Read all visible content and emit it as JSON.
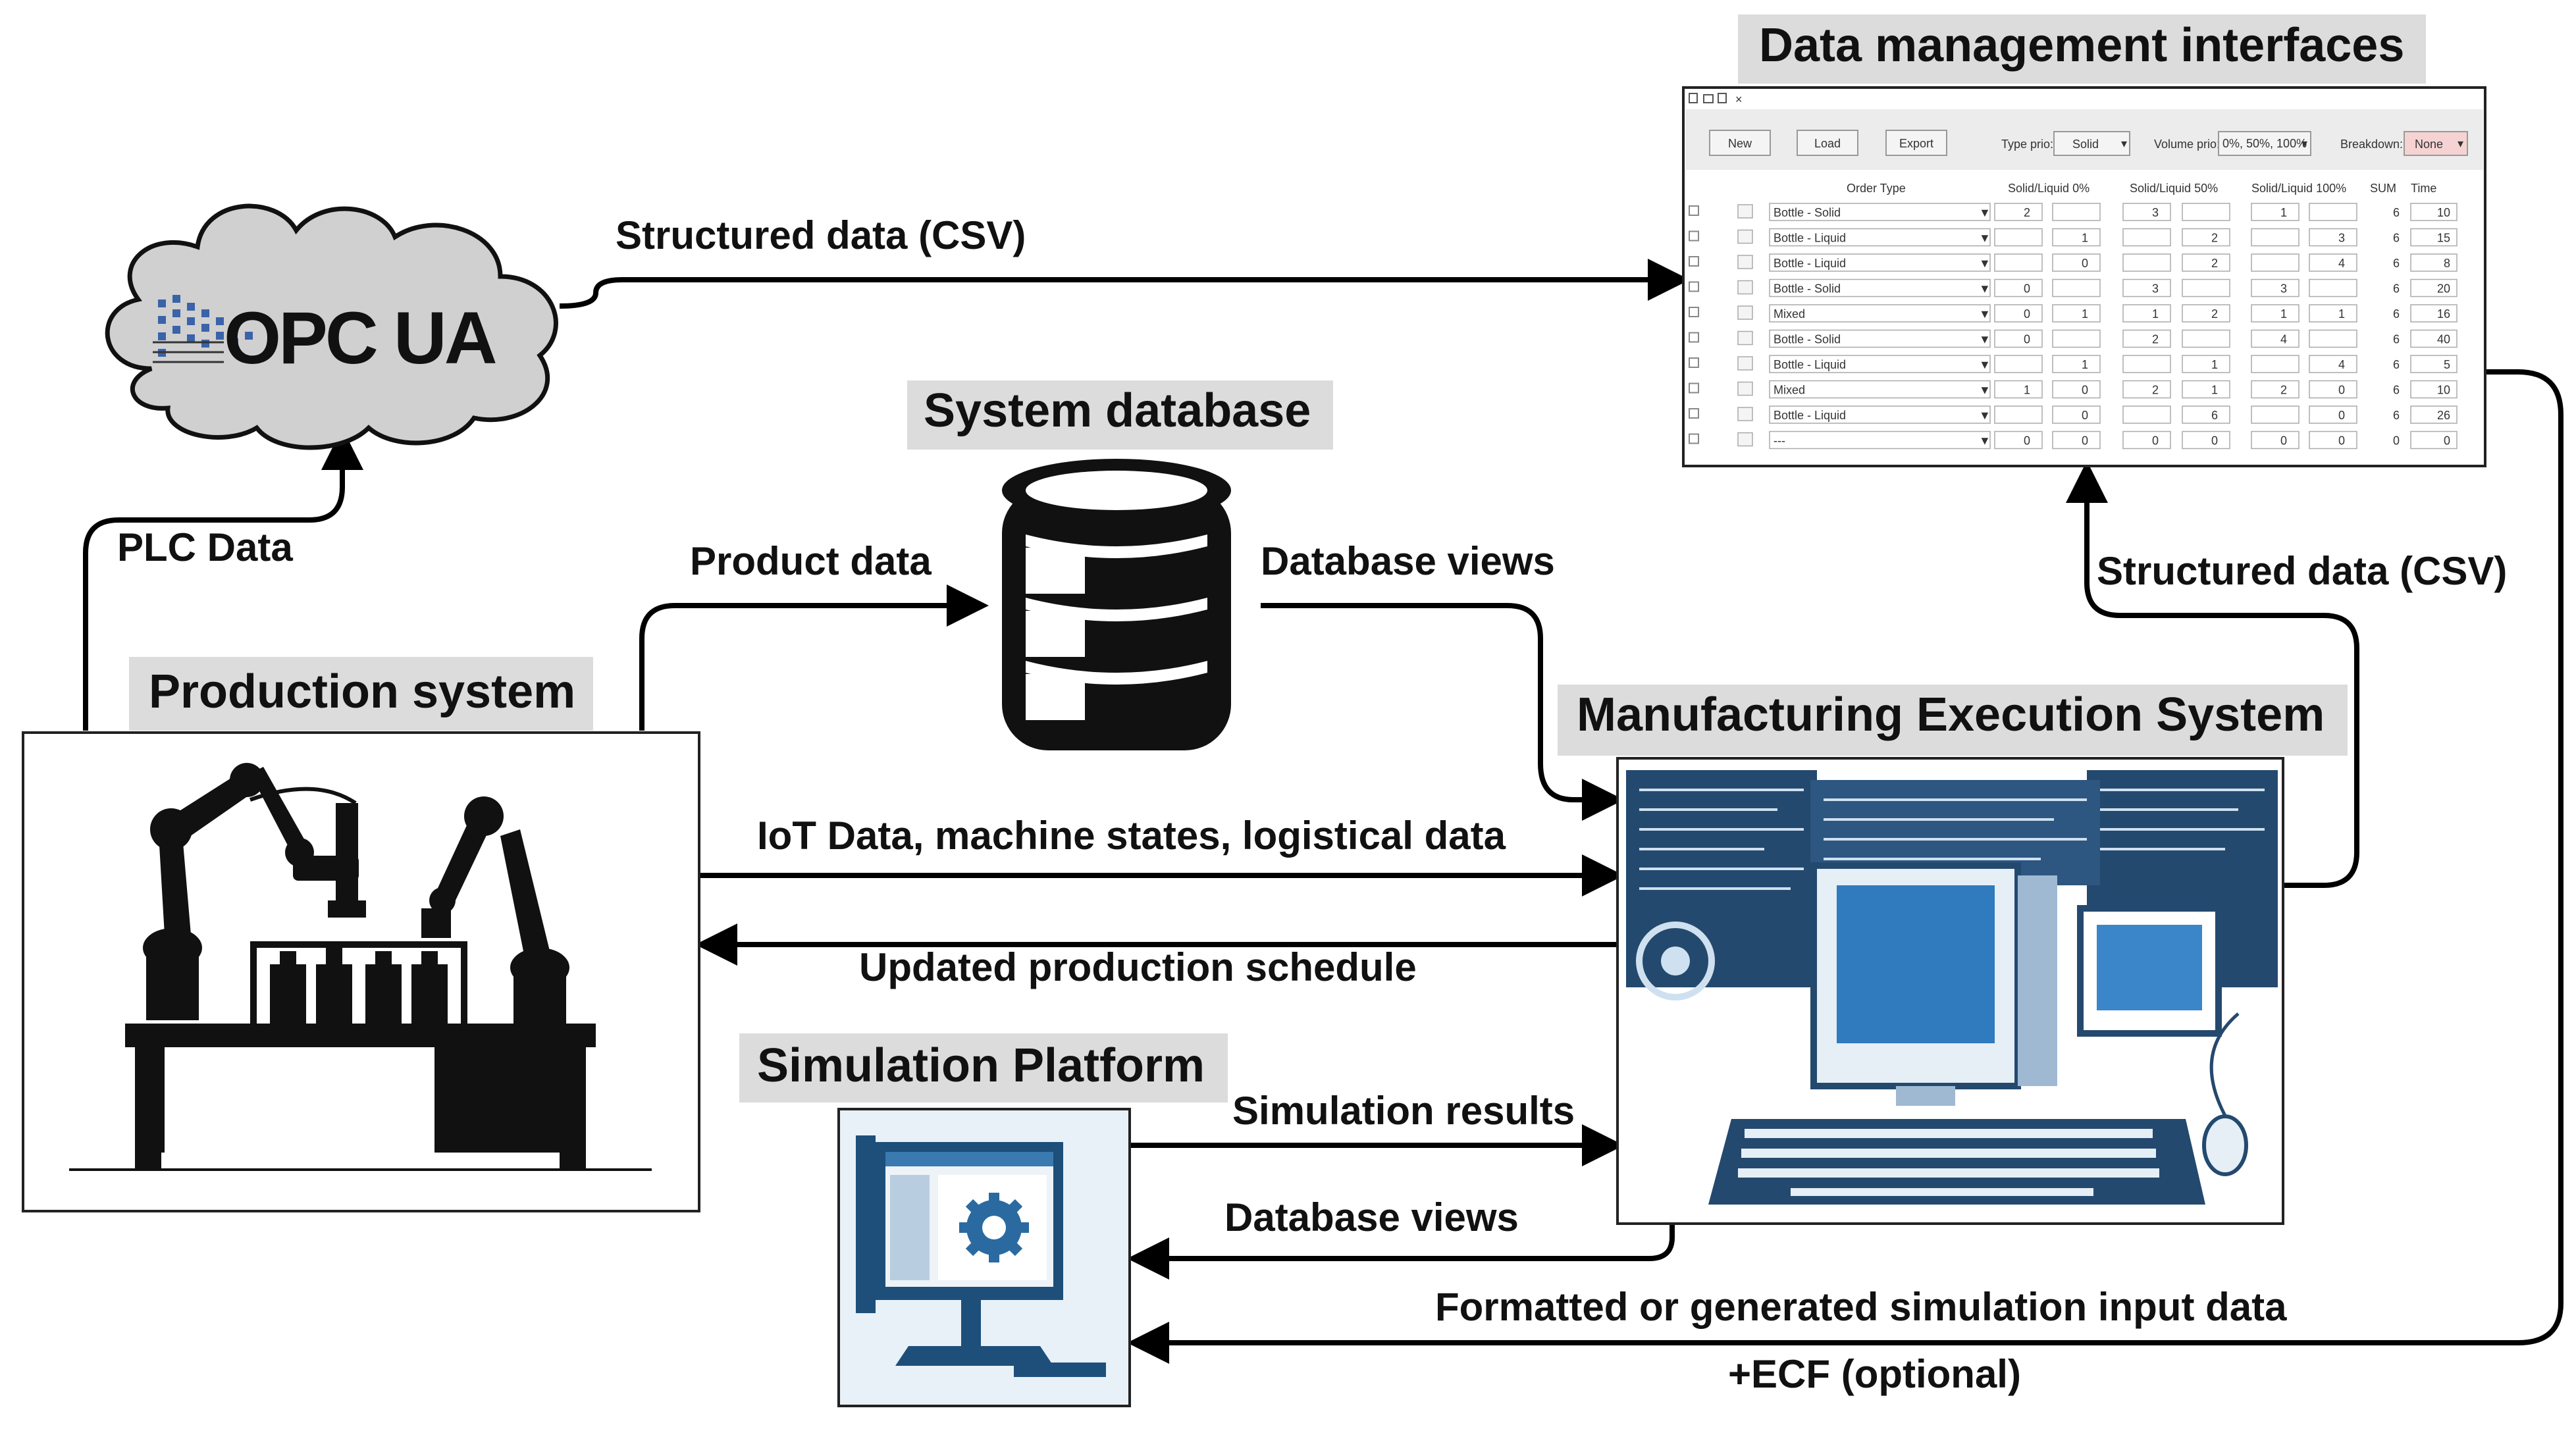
{
  "titles": {
    "data_management": "Data management interfaces",
    "system_database": "System database",
    "production_system": "Production system",
    "mes": "Manufacturing Execution System",
    "simulation_platform": "Simulation Platform"
  },
  "opcua_logo": "OPC UA",
  "edges": {
    "structured_csv_top": "Structured data (CSV)",
    "plc_data": "PLC Data",
    "product_data": "Product data",
    "database_views_top": "Database views",
    "structured_csv_right": "Structured data (CSV)",
    "iot_data": "IoT Data, machine states, logistical data",
    "updated_schedule": "Updated production schedule",
    "simulation_results": "Simulation results",
    "database_views_bottom": "Database views",
    "formatted_input": "Formatted or generated simulation input data",
    "ecf_optional": "+ECF (optional)"
  },
  "dm_ui": {
    "toolbar_icons": [
      "new-file-icon",
      "open-icon",
      "save-icon",
      "close-icon"
    ],
    "buttons": {
      "new": "New",
      "load": "Load",
      "export": "Export"
    },
    "type_prio_label": "Type prio:",
    "type_prio_value": "Solid",
    "volume_prio_label": "Volume prio:",
    "volume_prio_value": "0%, 50%, 100%",
    "breakdown_label": "Breakdown:",
    "breakdown_value": "None",
    "columns": [
      "Order Type",
      "Solid/Liquid 0%",
      "Solid/Liquid 50%",
      "Solid/Liquid 100%",
      "SUM",
      "Time"
    ],
    "rows": [
      {
        "type": "Bottle - Solid",
        "c0s": "2",
        "c0l": "",
        "c50s": "3",
        "c50l": "",
        "c100s": "1",
        "c100l": "",
        "sum": "6",
        "time": "10"
      },
      {
        "type": "Bottle - Liquid",
        "c0s": "",
        "c0l": "1",
        "c50s": "",
        "c50l": "2",
        "c100s": "",
        "c100l": "3",
        "sum": "6",
        "time": "15"
      },
      {
        "type": "Bottle - Liquid",
        "c0s": "",
        "c0l": "0",
        "c50s": "",
        "c50l": "2",
        "c100s": "",
        "c100l": "4",
        "sum": "6",
        "time": "8"
      },
      {
        "type": "Bottle - Solid",
        "c0s": "0",
        "c0l": "",
        "c50s": "3",
        "c50l": "",
        "c100s": "3",
        "c100l": "",
        "sum": "6",
        "time": "20"
      },
      {
        "type": "Mixed",
        "c0s": "0",
        "c0l": "1",
        "c50s": "1",
        "c50l": "2",
        "c100s": "1",
        "c100l": "1",
        "sum": "6",
        "time": "16"
      },
      {
        "type": "Bottle - Solid",
        "c0s": "0",
        "c0l": "",
        "c50s": "2",
        "c50l": "",
        "c100s": "4",
        "c100l": "",
        "sum": "6",
        "time": "40"
      },
      {
        "type": "Bottle - Liquid",
        "c0s": "",
        "c0l": "1",
        "c50s": "",
        "c50l": "1",
        "c100s": "",
        "c100l": "4",
        "sum": "6",
        "time": "5"
      },
      {
        "type": "Mixed",
        "c0s": "1",
        "c0l": "0",
        "c50s": "2",
        "c50l": "1",
        "c100s": "2",
        "c100l": "0",
        "sum": "6",
        "time": "10"
      },
      {
        "type": "Bottle - Liquid",
        "c0s": "",
        "c0l": "0",
        "c50s": "",
        "c50l": "6",
        "c100s": "",
        "c100l": "0",
        "sum": "6",
        "time": "26"
      },
      {
        "type": "---",
        "c0s": "0",
        "c0l": "0",
        "c50s": "0",
        "c50l": "0",
        "c100s": "0",
        "c100l": "0",
        "sum": "0",
        "time": "0"
      }
    ]
  },
  "colors": {
    "mes_blue": "#24496e",
    "title_bg": "#dcdcdc",
    "cloud": "#d0d0d0",
    "opc_blue": "#3a63a8",
    "breakdown_bg": "#f6d3d3"
  }
}
